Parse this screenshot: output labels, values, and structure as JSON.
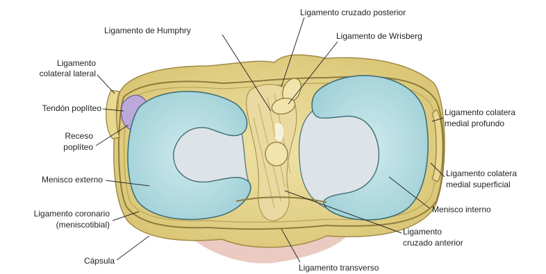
{
  "labels": {
    "humphry": "Ligamento de Humphry",
    "cruzado_posterior": "Ligamento cruzado posterior",
    "wrisberg": "Ligamento de Wrisberg",
    "colateral_lateral_1": "Ligamento",
    "colateral_lateral_2": "colateral lateral",
    "tendon_popliteo": "Tendón poplíteo",
    "receso_1": "Receso",
    "receso_2": "poplíteo",
    "menisco_externo": "Menisco externo",
    "coronario_1": "Ligamento coronario",
    "coronario_2": "(meniscotibial)",
    "capsula": "Cápsula",
    "transverso": "Ligamento transverso",
    "colateral_medial_profundo_1": "Ligamento colatera",
    "colateral_medial_profundo_2": "medial profundo",
    "colateral_medial_superficial_1": "Ligamento colatera",
    "colateral_medial_superficial_2": "medial superficial",
    "menisco_interno": "Menisco interno",
    "cruzado_anterior_1": "Ligamento",
    "cruzado_anterior_2": "cruzado anterior"
  },
  "colors": {
    "background": "#ffffff",
    "capsule": "#e6d58c",
    "capsule_edge": "#a8934a",
    "meniscus": "#a9d8de",
    "meniscus_edge": "#3f6f78",
    "tibial_plateau": "#dfe3e6",
    "popliteus": "#b8a6d6",
    "pink_tissue": "#e2b7ae",
    "leader_line": "#2a2a2a"
  }
}
